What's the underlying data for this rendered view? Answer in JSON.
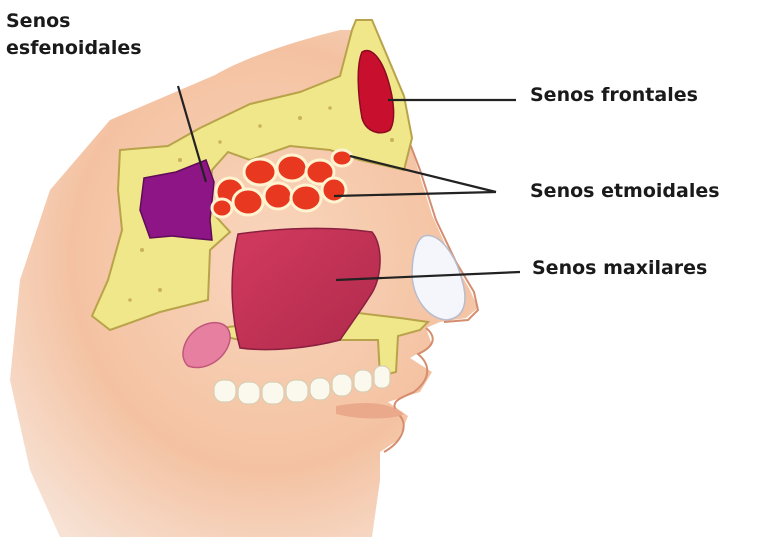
{
  "labels": {
    "sphenoid": "Senos\nesfenoidales",
    "frontal": "Senos frontales",
    "ethmoid": "Senos etmoidales",
    "maxillary": "Senos maxilares"
  },
  "colors": {
    "skin": "#f6c7a6",
    "skin_shadow": "#e9a98a",
    "bone": "#f0e68a",
    "bone_outline": "#b9a34a",
    "sphenoid_sinus": "#8e1585",
    "frontal_sinus": "#c8102e",
    "ethmoid_sinus": "#e8381f",
    "maxillary_sinus": "#c83a5c",
    "nasal_cartilage": "#f4f6fb",
    "tongue": "#e77fa0",
    "teeth": "#fbf8ee",
    "leader_line": "#222222"
  }
}
